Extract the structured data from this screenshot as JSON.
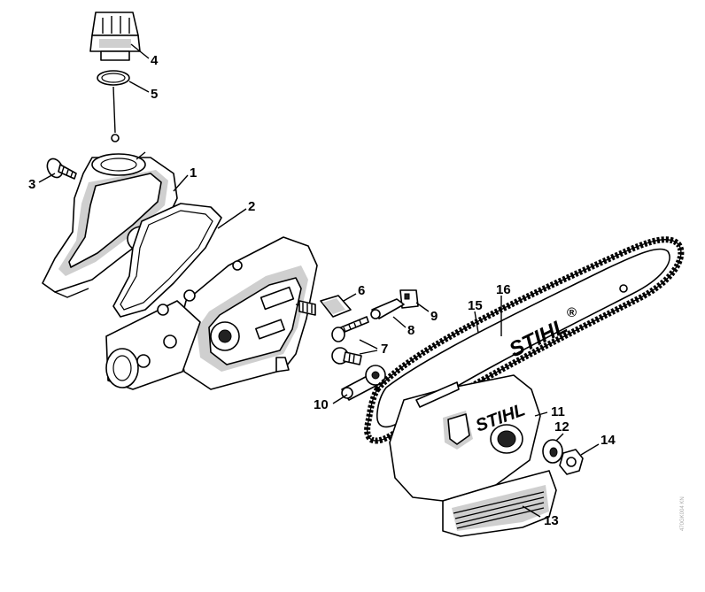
{
  "diagram": {
    "callouts": [
      {
        "id": "c1",
        "label": "1"
      },
      {
        "id": "c2",
        "label": "2"
      },
      {
        "id": "c3",
        "label": "3"
      },
      {
        "id": "c4",
        "label": "4"
      },
      {
        "id": "c5",
        "label": "5"
      },
      {
        "id": "c6",
        "label": "6"
      },
      {
        "id": "c7",
        "label": "7"
      },
      {
        "id": "c8",
        "label": "8"
      },
      {
        "id": "c9",
        "label": "9"
      },
      {
        "id": "c10",
        "label": "10"
      },
      {
        "id": "c11",
        "label": "11"
      },
      {
        "id": "c12",
        "label": "12"
      },
      {
        "id": "c13",
        "label": "13"
      },
      {
        "id": "c14",
        "label": "14"
      },
      {
        "id": "c15",
        "label": "15"
      },
      {
        "id": "c16",
        "label": "16"
      }
    ],
    "brand_bar": "STIHL",
    "brand_cover": "STIHL",
    "trademark": "®",
    "side_code": "470GK004 KN"
  }
}
